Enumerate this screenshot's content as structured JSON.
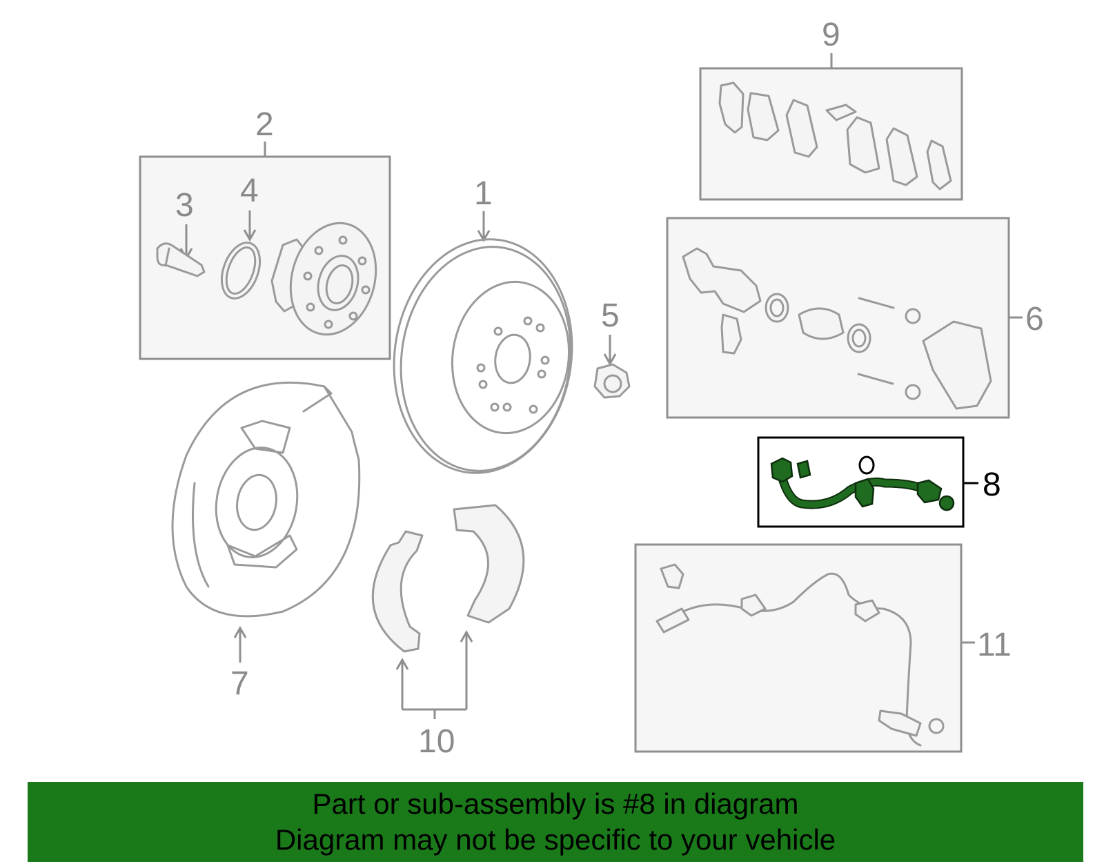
{
  "diagram": {
    "highlighted_part": "8",
    "colors": {
      "highlight": "#1f6b1f",
      "banner": "#1a7a1a",
      "part_lines": "#9a9a9a"
    },
    "callouts": {
      "c1": "1",
      "c2": "2",
      "c3": "3",
      "c4": "4",
      "c5": "5",
      "c6": "6",
      "c7": "7",
      "c8": "8",
      "c9": "9",
      "c10": "10",
      "c11": "11"
    }
  },
  "banner": {
    "line1": "Part or sub-assembly is #8 in diagram",
    "line2": "Diagram may not be specific to your vehicle"
  }
}
